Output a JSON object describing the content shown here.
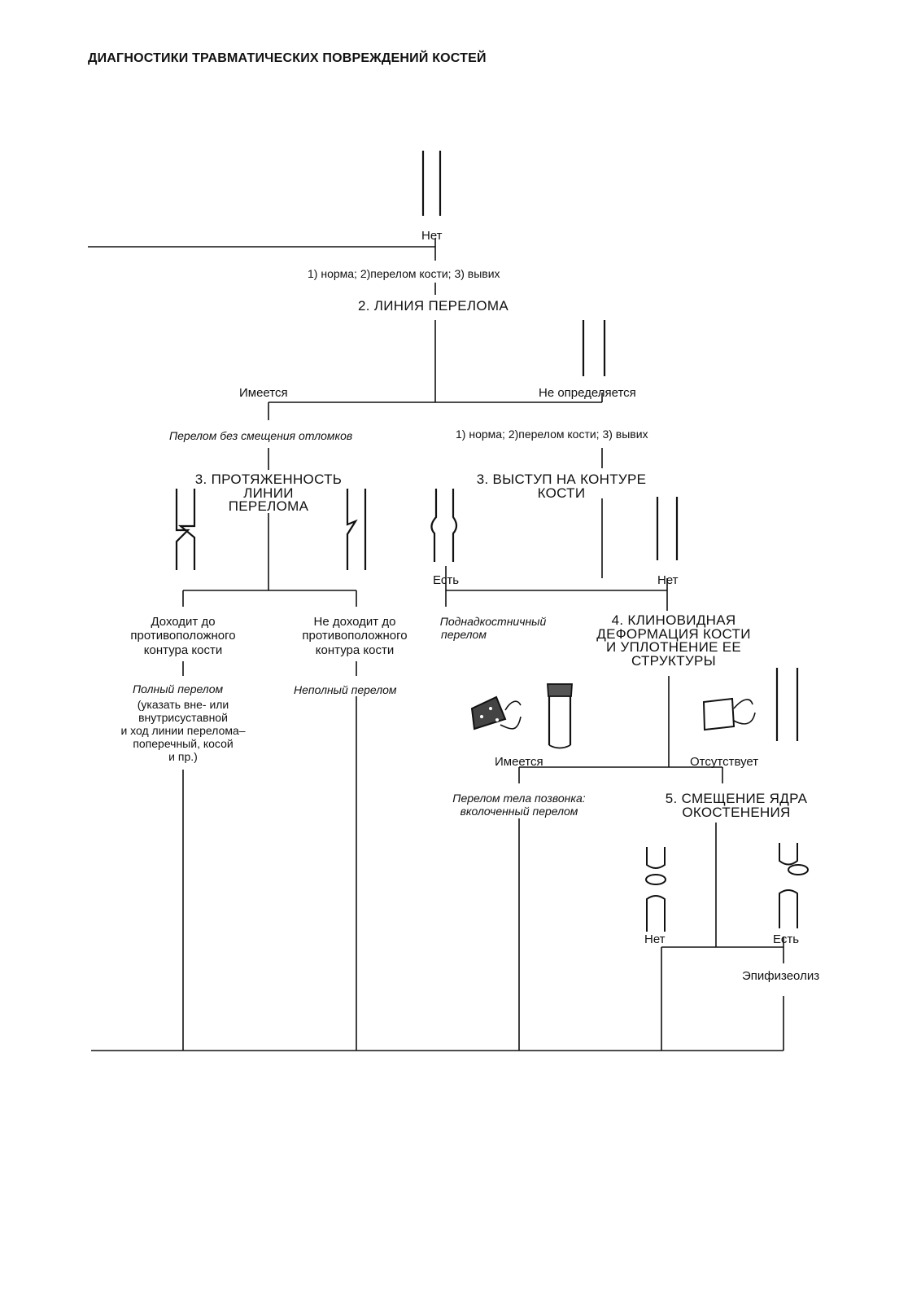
{
  "header": "ДИАГНОСТИКИ ТРАВМАТИЧЕСКИХ ПОВРЕЖДЕНИЙ КОСТЕЙ",
  "top_branch": {
    "label_no": "Нет",
    "diagnosis": "1) норма; 2)перелом кости; 3) вывих"
  },
  "step2": {
    "title": "2. ЛИНИЯ ПЕРЕЛОМА",
    "yes_label": "Имеется",
    "no_label": "Не определяется",
    "yes_result": "Перелом без смещения отломков",
    "no_result": "1) норма; 2)перелом кости; 3) вывих"
  },
  "step3_left": {
    "title_lines": [
      "3. ПРОТЯЖЕННОСТЬ",
      "ЛИНИИ",
      "ПЕРЕЛОМА"
    ],
    "a_label_lines": [
      "Доходит до",
      "противоположного",
      "контура кости"
    ],
    "b_label_lines": [
      "Не доходит до",
      "противоположного",
      "контура кости"
    ],
    "a_result": "Полный перелом",
    "a_note_lines": [
      "(указать вне- или",
      "внутрисуставной",
      "и ход линии перелома–",
      "поперечный, косой",
      "и пр.)"
    ],
    "b_result": "Неполный перелом"
  },
  "step3_right": {
    "title_lines": [
      "3. ВЫСТУП НА КОНТУРЕ",
      "КОСТИ"
    ],
    "yes_label": "Есть",
    "no_label": "Нет",
    "yes_result_lines": [
      "Поднадкостничный",
      "перелом"
    ]
  },
  "step4": {
    "title_lines": [
      "4. КЛИНОВИДНАЯ",
      "ДЕФОРМАЦИЯ КОСТИ",
      "И УПЛОТНЕНИЕ ЕЕ",
      "СТРУКТУРЫ"
    ],
    "yes_label": "Имеется",
    "no_label": "Отсутствует",
    "yes_result_lines": [
      "Перелом тела позвонка:",
      "вколоченный перелом"
    ]
  },
  "step5": {
    "title_lines": [
      "5. СМЕЩЕНИЕ ЯДРА",
      "ОКОСТЕНЕНИЯ"
    ],
    "no_label": "Нет",
    "yes_label": "Есть",
    "yes_result": "Эпифизеолиз"
  }
}
